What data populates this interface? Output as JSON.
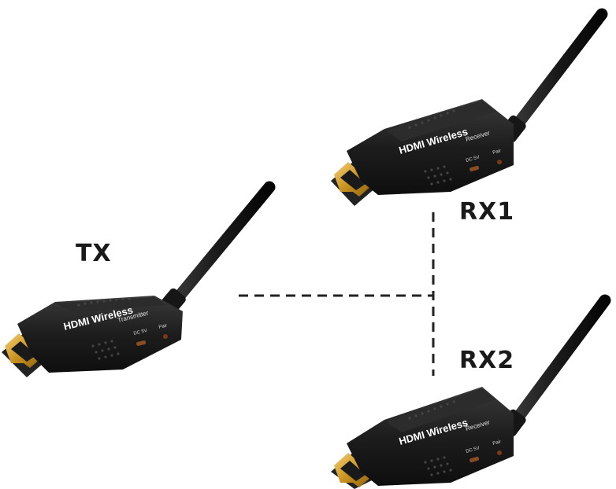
{
  "labels": {
    "tx": "TX",
    "rx1": "RX1",
    "rx2": "RX2"
  },
  "devices": {
    "transmitter": {
      "brand": "HDMI Wireless",
      "role": "Transmitter",
      "port_dc": "DC 5V",
      "port_pair": "Pair"
    },
    "receiver1": {
      "brand": "HDMI Wireless",
      "role": "Receiver",
      "port_dc": "DC 5V",
      "port_pair": "Pair"
    },
    "receiver2": {
      "brand": "HDMI Wireless",
      "role": "Receiver",
      "port_dc": "DC 5V",
      "port_pair": "Pair"
    }
  },
  "colors": {
    "body": "#1b1b1b",
    "plug_gold": "#d4a12a",
    "dashed_line": "#222222"
  }
}
